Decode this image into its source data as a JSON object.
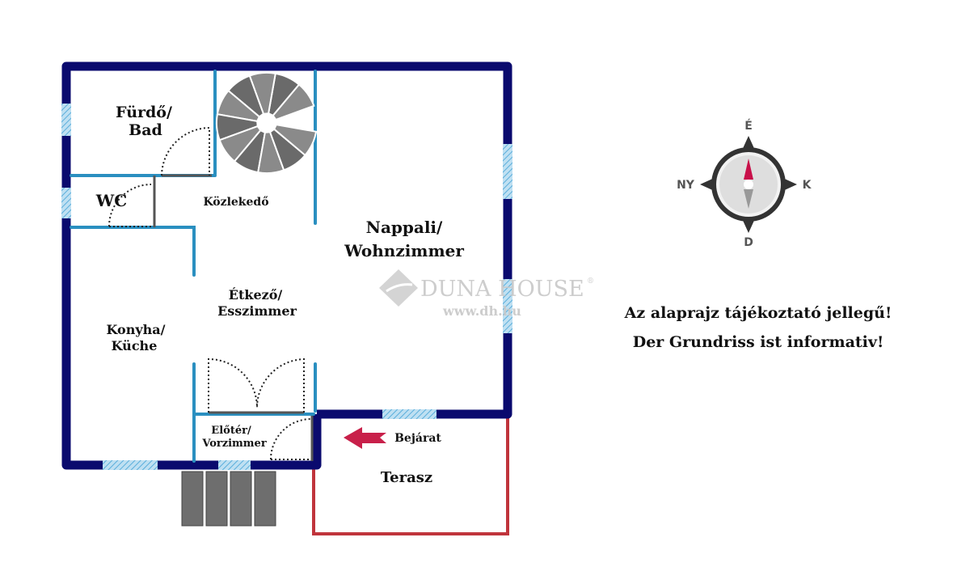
{
  "rooms": {
    "bath": [
      "Fürdő/",
      "Bad"
    ],
    "wc": "WC",
    "hall": "Közlekedő",
    "living": [
      "Nappali/",
      "Wohnzimmer"
    ],
    "dining": [
      "Étkező/",
      "Esszimmer"
    ],
    "kitchen": [
      "Konyha/",
      "Küche"
    ],
    "foyer": [
      "Előtér/",
      "Vorzimmer"
    ],
    "terrace": "Terasz",
    "entrance": "Bejárat"
  },
  "watermark": {
    "brand": "DUNA HOUSE",
    "registered": "®",
    "url": "www.dh.hu"
  },
  "compass": {
    "north": "É",
    "east": "K",
    "south": "D",
    "west": "NY"
  },
  "notes": [
    "Az alaprajz tájékoztató jellegű!",
    "Der Grundriss ist informativ!"
  ],
  "colors": {
    "outer_wall": "#0a0a6e",
    "inner_wall": "#2a8fc0",
    "terrace": "#c0343c",
    "arrow": "#c8204a"
  }
}
